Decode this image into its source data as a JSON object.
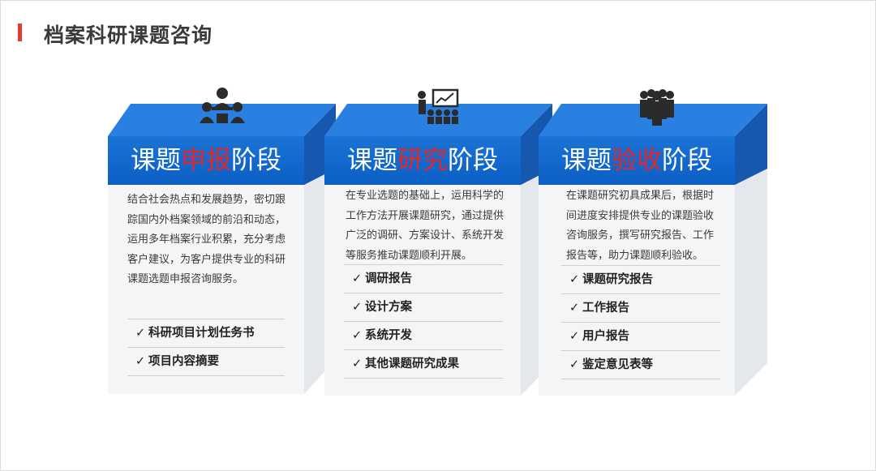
{
  "page": {
    "title": "档案科研课题咨询"
  },
  "stages": [
    {
      "title_pre": "课题",
      "title_hl": "申报",
      "title_post": "阶段",
      "icon": "meeting-people-icon",
      "desc": "结合社会热点和发展趋势，密切跟踪国内外档案领域的前沿和动态，运用多年档案行业积累，充分考虑客户建议，为客户提供专业的科研课题选题申报咨询服务。",
      "items": [
        "科研项目计划任务书",
        "项目内容摘要"
      ]
    },
    {
      "title_pre": "课题",
      "title_hl": "研究",
      "title_post": "阶段",
      "icon": "presentation-audience-icon",
      "desc": "在专业选题的基础上，运用科学的工作方法开展课题研究，通过提供广泛的调研、方案设计、系统开发等服务推动课题顺利开展。",
      "items": [
        "调研报告",
        "设计方案",
        "系统开发",
        "其他课题研究成果"
      ]
    },
    {
      "title_pre": "课题",
      "title_hl": "验收",
      "title_post": "阶段",
      "icon": "business-team-icon",
      "desc": "在课题研究初具成果后，根据时间进度安排提供专业的课题验收咨询服务，撰写研究报告、工作报告等，助力课题顺利验收。",
      "items": [
        "课题研究报告",
        "工作报告",
        "用户报告",
        "鉴定意见表等"
      ]
    }
  ],
  "colors": {
    "accent": "#e53a2f",
    "blue": "#1a73d6",
    "highlight": "#e3262c"
  }
}
